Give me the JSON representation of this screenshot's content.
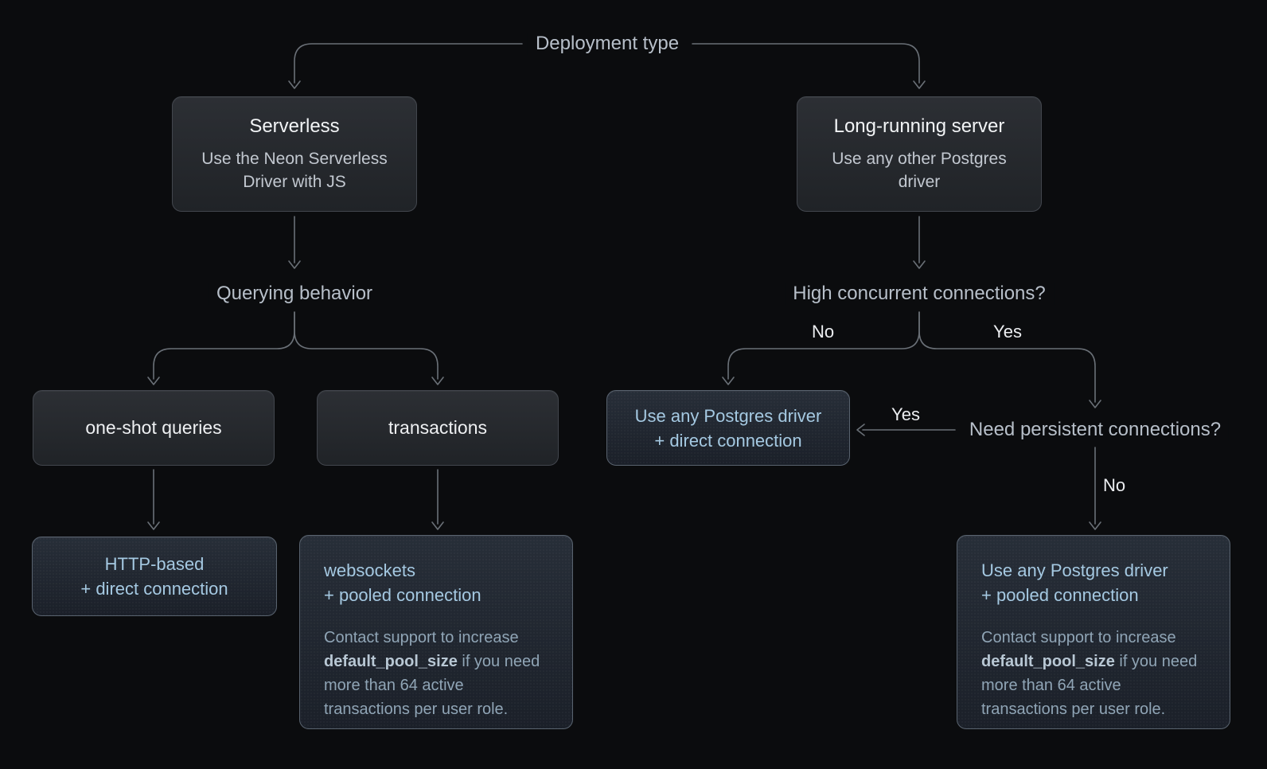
{
  "labels": {
    "deployment_type": "Deployment type",
    "querying_behavior": "Querying behavior",
    "high_concurrent": "High concurrent connections?",
    "need_persistent": "Need persistent connections?"
  },
  "edge_labels": {
    "high_concurrent_no": "No",
    "high_concurrent_yes": "Yes",
    "persistent_yes": "Yes",
    "persistent_no": "No"
  },
  "nodes": {
    "serverless": {
      "title": "Serverless",
      "subtitle": "Use the Neon Serverless Driver with JS"
    },
    "long_running_server": {
      "title": "Long-running server",
      "subtitle": "Use any other Postgres driver"
    },
    "one_shot_queries": {
      "label": "one-shot queries"
    },
    "transactions": {
      "label": "transactions"
    },
    "http_direct": {
      "line1": "HTTP-based",
      "line2": "+ direct connection"
    },
    "websockets_pooled": {
      "line1": "websockets",
      "line2": "+ pooled connection",
      "note_pre": "Contact support to increase",
      "note_code": "default_pool_size",
      "note_post": "if you need more than 64 active transactions per user role."
    },
    "any_driver_direct": {
      "line1": "Use any Postgres driver",
      "line2": "+ direct connection"
    },
    "any_driver_pooled": {
      "line1": "Use any Postgres driver",
      "line2": "+ pooled connection",
      "note_pre": "Contact support to increase",
      "note_code": "default_pool_size",
      "note_post": "if you need more than 64 active transactions per user role."
    }
  },
  "colors": {
    "background": "#0b0c0e",
    "connector_line": "#6a7077",
    "gray_box_border": "#42464d",
    "gray_box_bg": "#26292e",
    "blue_box_border": "#59636f",
    "blue_box_bg": "#222831",
    "flow_label_text": "#b7bfc9",
    "edge_label_text": "#eceef1",
    "box_title_text": "#f2f4f6",
    "box_subtitle_text": "#c2c8d0",
    "blue_text": "#a5c9e2",
    "note_text": "#90a5b6",
    "note_code_text": "#b8c7d4"
  }
}
